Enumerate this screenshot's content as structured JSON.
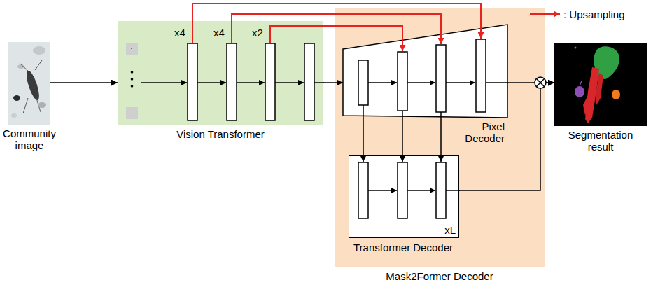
{
  "diagram": {
    "nodes": [
      {
        "text": [
          "Community image"
        ]
      },
      {
        "text": [
          "Vision Transformer"
        ]
      },
      {
        "text": [
          "Mask2Former Decoder"
        ]
      },
      {
        "text": [
          "Pixel Decoder"
        ],
        "in": 2
      },
      {
        "text": [
          "Transformer Decoder",
          "xL"
        ],
        "in": 2
      },
      {
        "text": [
          "Segmentation result"
        ]
      }
    ],
    "edges": [
      {
        "from": 0,
        "to": 1,
        "arrow": "to"
      },
      {
        "from": 1,
        "to": 3,
        "arrow": "to"
      },
      {
        "from": 3,
        "to": 5,
        "arrow": "to"
      },
      {
        "from": 4,
        "to": 5,
        "arrow": "to"
      }
    ],
    "labels": [
      "x4",
      "x4",
      "x2"
    ],
    "legend": [
      {
        "text": ": Upsampling"
      }
    ]
  }
}
